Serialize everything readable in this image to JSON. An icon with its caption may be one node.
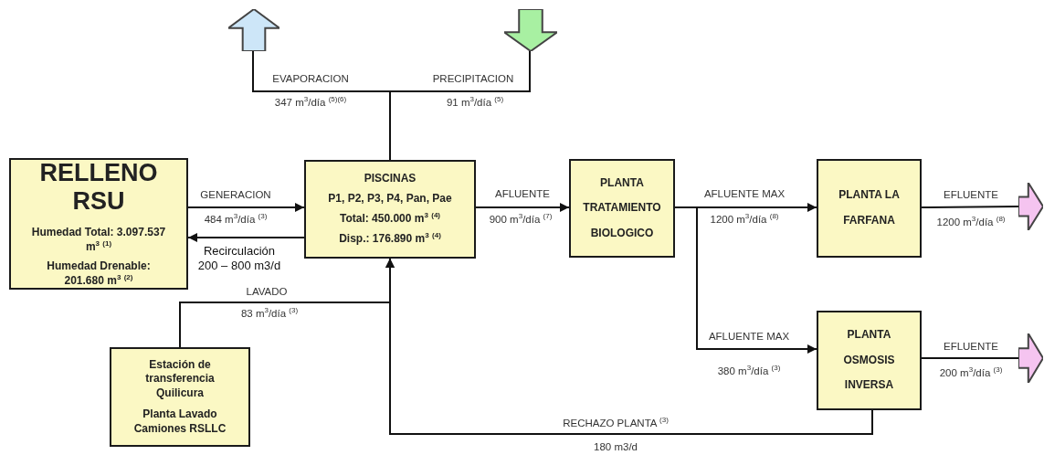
{
  "diagram": {
    "nodes": [
      {
        "text": [
          "RELLENO RSU",
          "Humedad Total: 3.097.537 m$^{3}$ $^{(1)}$",
          "Humedad Drenable: 201.680 m$^{3}$ $^{(2)}$"
        ]
      },
      {
        "text": [
          "PISCINAS",
          "P1, P2, P3, P4, Pan, Pae",
          "Total: 450.000 m$^{3}$ $^{(4)}$",
          "Disp.: 176.890 m$^{3}$ $^{(4)}$"
        ]
      },
      {
        "text": [
          "PLANTA TRATAMIENTO BIOLOGICO"
        ]
      },
      {
        "text": [
          "PLANTA LA FARFANA"
        ]
      },
      {
        "text": [
          "PLANTA OSMOSIS INVERSA"
        ]
      },
      {
        "text": [
          "Estación de transferencia Quilicura",
          "Planta Lavado Camiones RSLLC"
        ]
      },
      {
        "text": [],
        "shape": "arrow"
      },
      {
        "text": [],
        "shape": "arrow"
      },
      {
        "text": [],
        "shape": "arrow"
      },
      {
        "text": [],
        "shape": "arrow"
      }
    ],
    "edges": [
      {
        "from": 0,
        "to": 1,
        "arrow": "to",
        "label": "GENERACION"
      },
      {
        "from": 1,
        "to": 0,
        "arrow": "to",
        "label": "Recirculación 200 – 800 m3/d"
      },
      {
        "from": 1,
        "to": 6,
        "arrow": "none",
        "label": "EVAPORACION"
      },
      {
        "from": 7,
        "to": 1,
        "arrow": "none",
        "label": "PRECIPITACION"
      },
      {
        "from": 1,
        "to": 2,
        "arrow": "to",
        "label": "AFLUENTE"
      },
      {
        "from": 2,
        "to": 3,
        "arrow": "to",
        "label": "AFLUENTE MAX"
      },
      {
        "from": 2,
        "to": 4,
        "arrow": "to",
        "label": "AFLUENTE MAX"
      },
      {
        "from": 3,
        "to": 8,
        "arrow": "none",
        "label": "EFLUENTE"
      },
      {
        "from": 4,
        "to": 9,
        "arrow": "none",
        "label": "EFLUENTE"
      },
      {
        "from": 5,
        "to": 1,
        "arrow": "to",
        "label": "LAVADO"
      },
      {
        "from": 4,
        "to": 1,
        "arrow": "to",
        "label": "RECHAZO PLANTA $^{(3)}$"
      }
    ],
    "labels": [
      "347 m$^{3}$/día $^{(5)(6)}$",
      "91 m$^{3}$/día $^{(5)}$",
      "484 m$^{3}$/día $^{(3)}$",
      "900 m$^{3}$/día $^{(7)}$",
      "1200 m$^{3}$/día $^{(8)}$",
      "1200 m$^{3}$/día $^{(8)}$",
      "83 m$^{3}$/día $^{(3)}$",
      "380 m$^{3}$/día $^{(3)}$",
      "200 m$^{3}$/día $^{(3)}$",
      "180 m3/d"
    ]
  }
}
